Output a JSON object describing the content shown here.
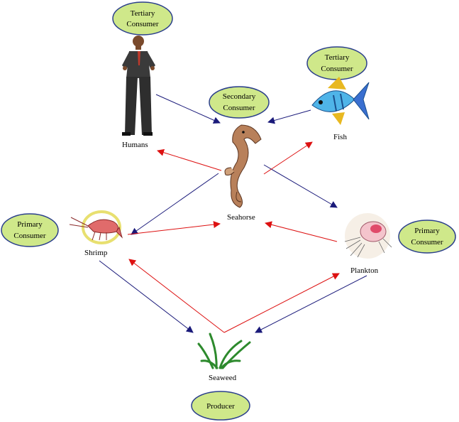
{
  "roles": {
    "tertiary_top": [
      "Tertiary",
      "Consumer"
    ],
    "tertiary_right": [
      "Tertiary",
      "Consumer"
    ],
    "secondary": [
      "Secondary",
      "Consumer"
    ],
    "primary_left": [
      "Primary",
      "Consumer"
    ],
    "primary_right": [
      "Primary",
      "Consumer"
    ],
    "producer": [
      "Producer"
    ]
  },
  "organisms": {
    "humans": "Humans",
    "fish": "Fish",
    "seahorse": "Seahorse",
    "shrimp": "Shrimp",
    "plankton": "Plankton",
    "seaweed": "Seaweed"
  },
  "colors": {
    "bubble_fill": "#cfe88a",
    "bubble_stroke": "#2b3f8c",
    "arrow_blue": "#1a1a7a",
    "arrow_red": "#dd1111",
    "shrimp_ring": "#e8e070"
  }
}
